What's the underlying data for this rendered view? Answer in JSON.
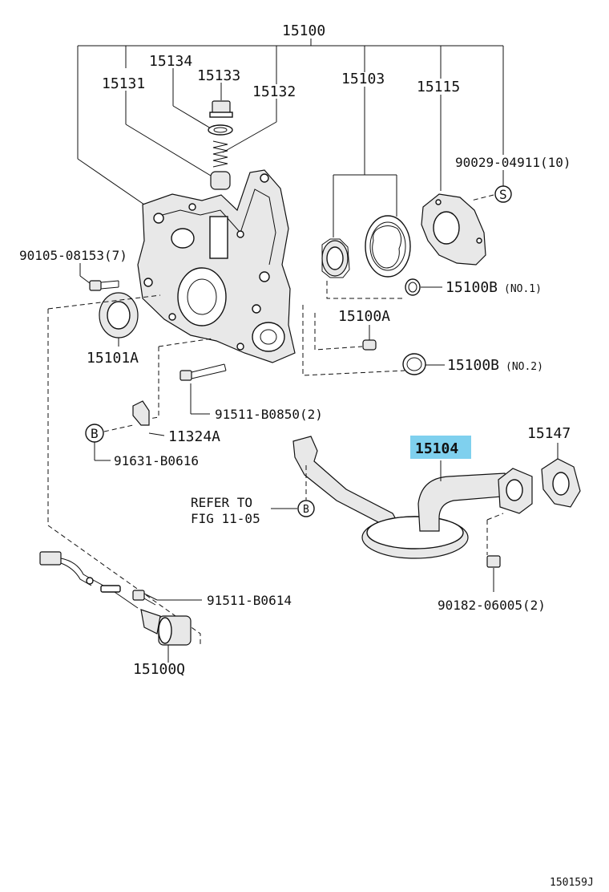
{
  "labels": {
    "p15100": "15100",
    "p15134": "15134",
    "p15133": "15133",
    "p15131": "15131",
    "p15132": "15132",
    "p15103": "15103",
    "p15115": "15115",
    "p90029": "90029-04911(10)",
    "s_mark": "S",
    "p90105": "90105-08153(7)",
    "p15100b1": "15100B",
    "p15100b1_sub": "(NO.1)",
    "p15101a": "15101A",
    "p15100a": "15100A",
    "p15100b2": "15100B",
    "p15100b2_sub": "(NO.2)",
    "p91511_0850": "91511-B0850(2)",
    "b_mark1": "B",
    "p11324a": "11324A",
    "p91631": "91631-B0616",
    "p15104": "15104",
    "p15147": "15147",
    "refer_line1": "REFER TO",
    "refer_line2": "FIG 11-05",
    "b_mark2": "B",
    "p91511_0614": "91511-B0614",
    "p90182": "90182-06005(2)",
    "p15100q": "15100Q",
    "fig_id": "150159J"
  },
  "colors": {
    "highlight": "#7fd0ee"
  }
}
